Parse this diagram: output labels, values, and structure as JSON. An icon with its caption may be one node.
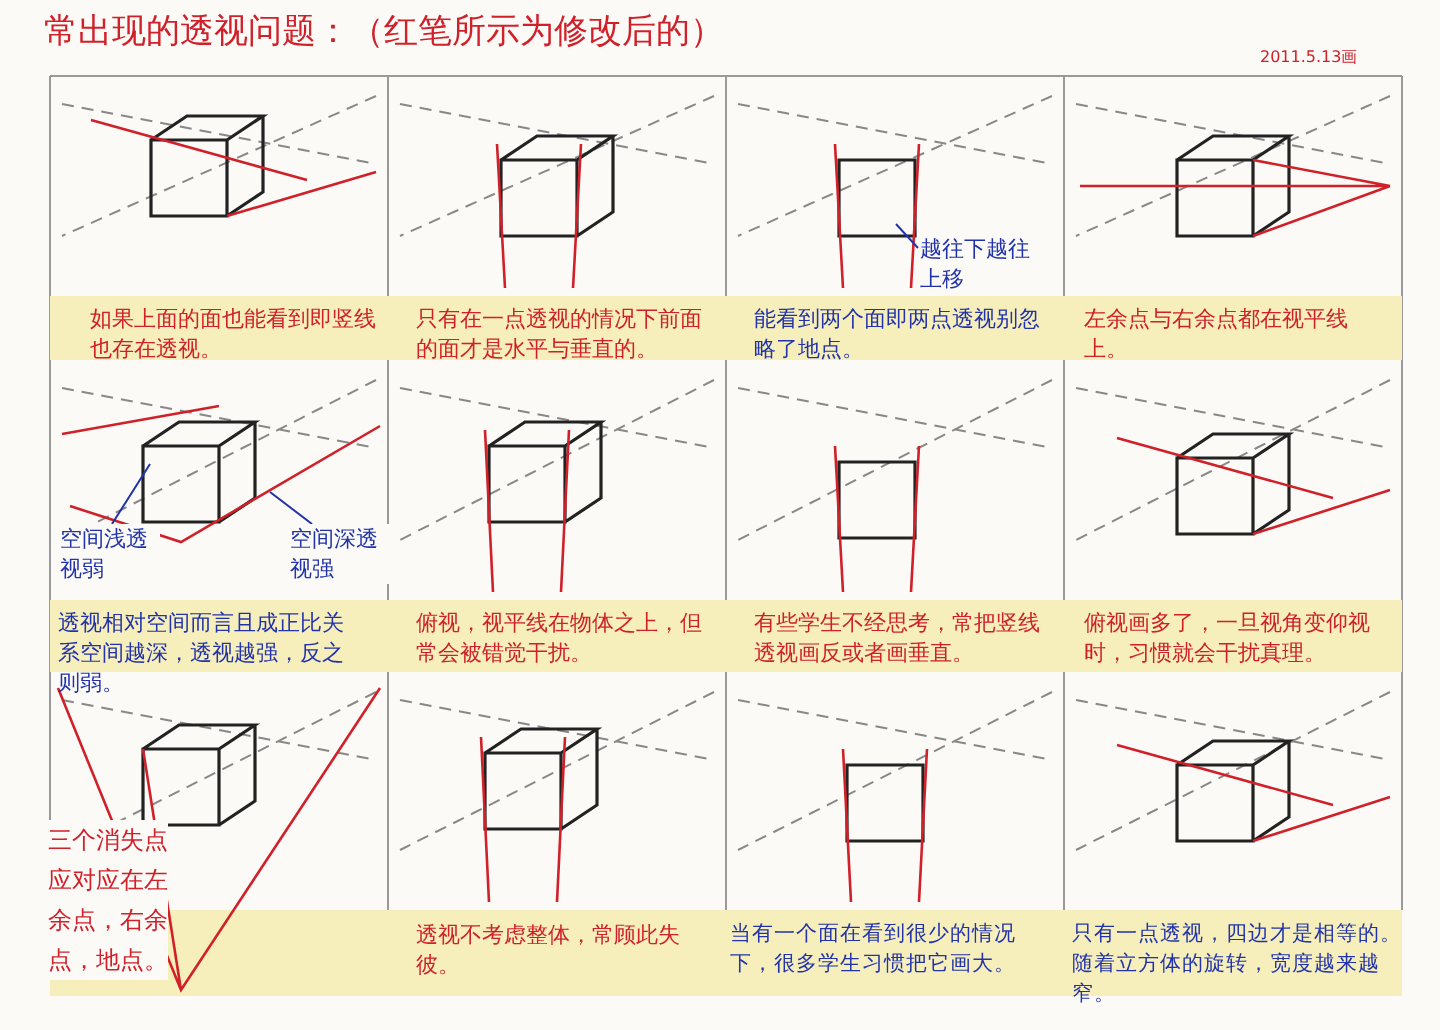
{
  "diagram": {
    "title": "常出现的透视问题：（红笔所示为修改后的）",
    "nodes": [
      {
        "text": [
          "越往下越往上移"
        ]
      },
      {
        "text": [
          "空间浅透视弱"
        ]
      },
      {
        "text": [
          "空间深透视强"
        ]
      }
    ],
    "edges": [
      {
        "from": 0,
        "to": null,
        "arrow": "none"
      },
      {
        "from": 1,
        "to": null,
        "arrow": "none"
      },
      {
        "from": 2,
        "to": null,
        "arrow": "none"
      }
    ],
    "labels": [
      "2011.5.13画",
      "如果上面的面也能看到即竖线也存在透视。",
      "只有在一点透视的情况下前面的面才是水平与垂直的。",
      "能看到两个面即两点透视别忽略了地点。",
      "左余点与右余点都在视平线上。",
      "透视相对空间而言且成正比关系空间越深，透视越强，反之则弱。",
      "俯视，视平线在物体之上，但常会被错觉干扰。",
      "有些学生不经思考，常把竖线透视画反或者画垂直。",
      "俯视画多了，一旦视角变仰视时，习惯就会干扰真理。",
      "三个消失点应对应在左余点，右余点，地点。",
      "透视不考虑整体，常顾此失彼。",
      "当有一个面在看到很少的情况下，很多学生习惯把它画大。",
      "只有一点透视，四边才是相等的。随着立方体的旋转，宽度越来越窄。"
    ]
  }
}
